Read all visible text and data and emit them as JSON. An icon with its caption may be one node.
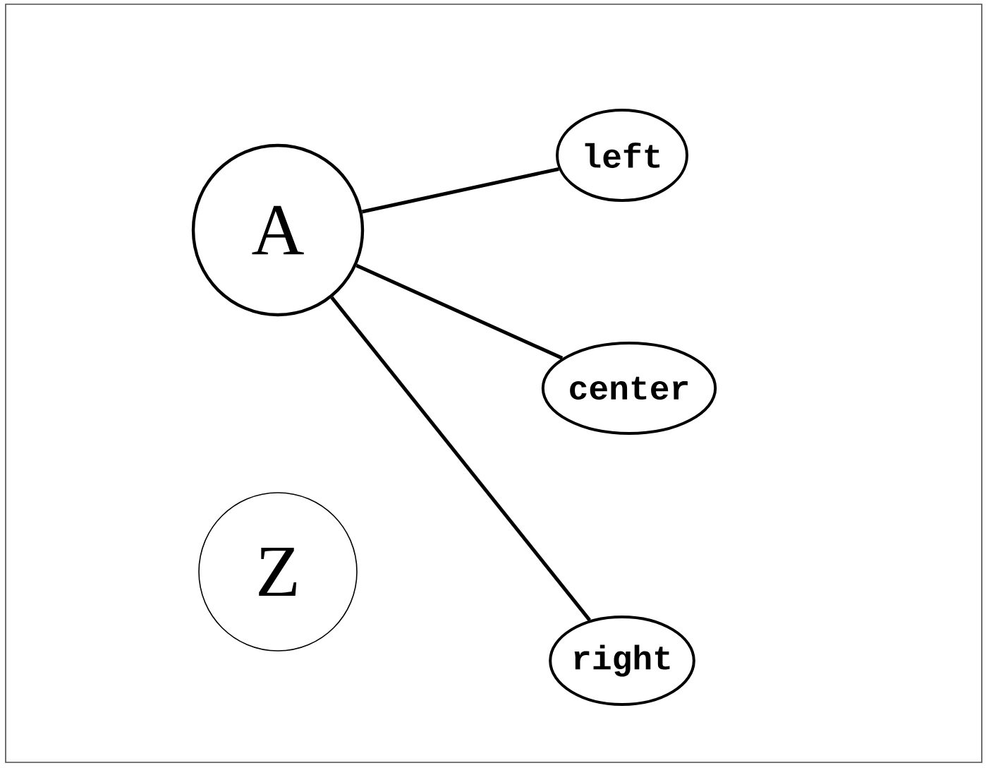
{
  "diagram": {
    "nodes": [
      {
        "text": [
          "A"
        ]
      },
      {
        "text": [
          "left"
        ]
      },
      {
        "text": [
          "center"
        ]
      },
      {
        "text": [
          "right"
        ]
      },
      {
        "text": [
          "Z"
        ]
      }
    ],
    "edges": [
      {
        "from": 0,
        "to": 1,
        "arrow": "none"
      },
      {
        "from": 0,
        "to": 2,
        "arrow": "none"
      },
      {
        "from": 0,
        "to": 3,
        "arrow": "none"
      }
    ]
  }
}
